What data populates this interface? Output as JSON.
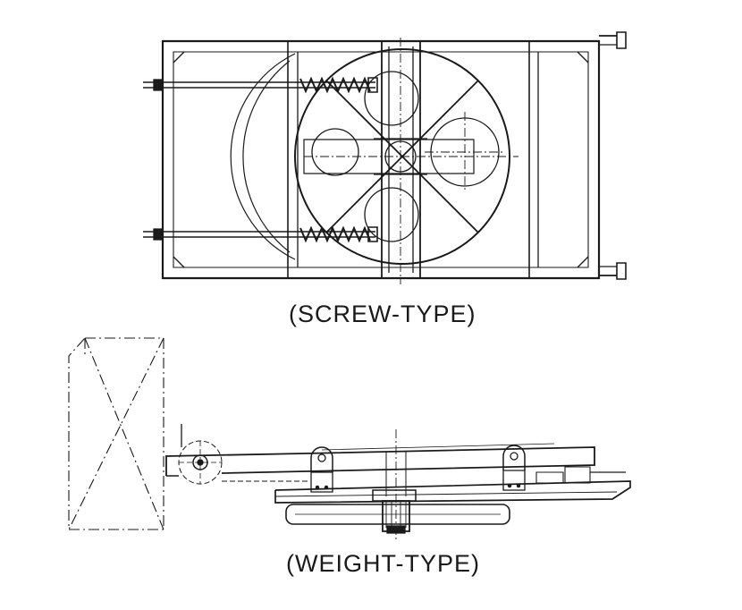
{
  "diagrams": [
    {
      "id": "screw",
      "caption": "(SCREW-TYPE)"
    },
    {
      "id": "weight",
      "caption": "(WEIGHT-TYPE)"
    }
  ],
  "colors": {
    "ink": "#1a1a1a",
    "background": "#ffffff"
  }
}
